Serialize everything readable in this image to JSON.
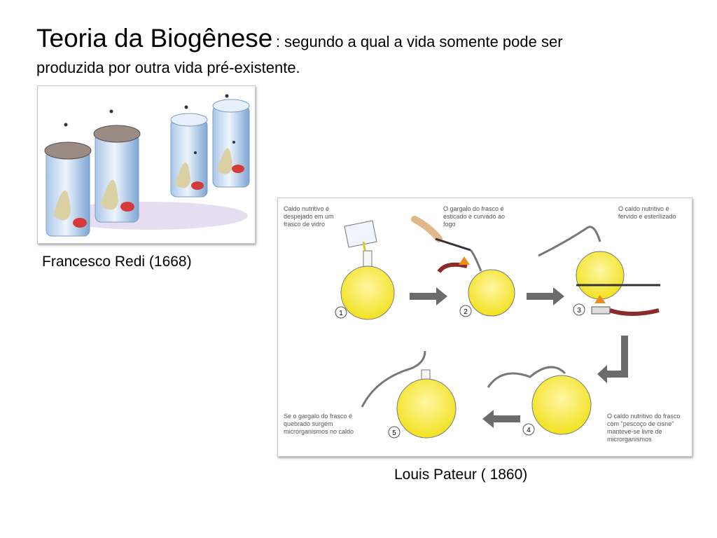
{
  "slide": {
    "title_main": "Teoria da Biogênese",
    "title_sub_line1": ": segundo a qual a vida somente pode ser",
    "title_sub_line2": "produzida por outra vida pré-existente."
  },
  "redi": {
    "caption": "Francesco Redi (1668)"
  },
  "pasteur": {
    "caption": "Louis Pateur ( 1860)",
    "steps": [
      {
        "number": "1",
        "note": "Caldo nutritivo é despejado em um frasco de vidro"
      },
      {
        "number": "2",
        "note": "O gargalo do frasco é esticado e curvado ao fogo"
      },
      {
        "number": "3",
        "note": "O caldo nutritivo é fervido e esterilizado"
      },
      {
        "number": "4",
        "note": "O caldo nutritivo do frasco com \"pescoço de cisne\" manteve-se livre de microrganismos"
      },
      {
        "number": "5",
        "note": "Se o gargalo do frasco é quebrado surgem microrganismos no caldo"
      }
    ]
  },
  "colors": {
    "broth": "#f2e21f",
    "arrow": "#6b6b6b",
    "meat": "#d43a3a"
  }
}
